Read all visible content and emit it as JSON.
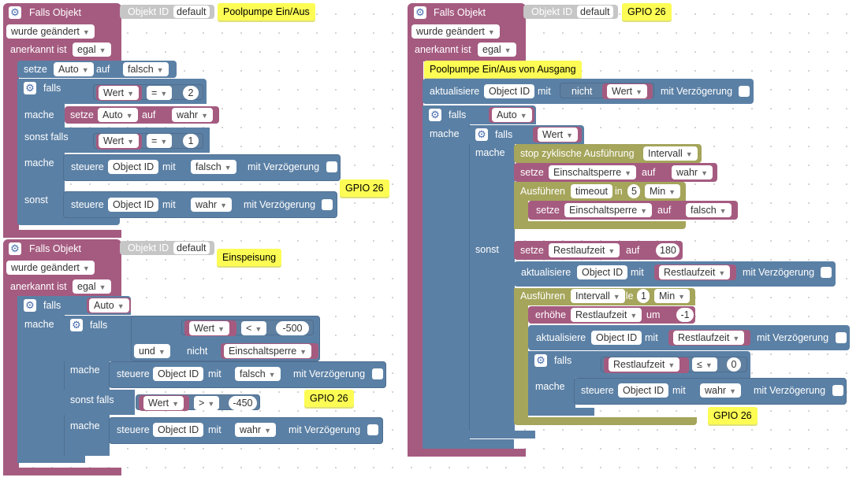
{
  "colors": {
    "event": "#a55b80",
    "control": "#5b80a5",
    "timer": "#a5a55b",
    "comment": "#fcfc54"
  },
  "icons": {
    "gear": "gear-icon",
    "dropdown": "dropdown-arrow-icon"
  },
  "common": {
    "falls_objekt": "Falls Objekt",
    "object_id_label": "Objekt ID",
    "default": "default",
    "wurde_geaendert": "wurde geändert",
    "anerkannt_ist": "anerkannt ist",
    "egal": "egal",
    "falls": "falls",
    "mache": "mache",
    "sonst_falls": "sonst falls",
    "sonst": "sonst",
    "setze": "setze",
    "auf": "auf",
    "steuere": "steuere",
    "object_id": "Object ID",
    "mit": "mit",
    "mit_verzoegerung": "mit Verzögerung",
    "wert": "Wert",
    "auto": "Auto",
    "falsch": "falsch",
    "wahr": "wahr",
    "eq": "=",
    "lt": "<",
    "gt": ">",
    "le": "≤",
    "und": "und",
    "nicht": "nicht",
    "aktualisiere": "aktualisiere"
  },
  "block1": {
    "comment": "Poolpumpe Ein/Aus",
    "if_value": "2",
    "elseif_value": "1",
    "gpio_comment": "GPIO 26"
  },
  "block2": {
    "comment": "Einspeisung",
    "lt_value": "-500",
    "var_einschaltsperre": "Einschaltsperre",
    "gt_value": "-450",
    "gpio_comment": "GPIO 26"
  },
  "block3": {
    "comment": "GPIO 26",
    "inner_comment": "Poolpumpe Ein/Aus von Ausgang",
    "stop_label": "stop zyklische Ausführung",
    "intervall": "Intervall",
    "einschaltsperre": "Einschaltsperre",
    "ausfuehren": "Ausführen",
    "timeout": "timeout",
    "in": "in",
    "five": "5",
    "min": "Min",
    "restlaufzeit": "Restlaufzeit",
    "val_180": "180",
    "alle": "alle",
    "one": "1",
    "erhoehe": "erhöhe",
    "um": "um",
    "minus_one": "-1",
    "zero": "0",
    "gpio_comment": "GPIO 26"
  }
}
